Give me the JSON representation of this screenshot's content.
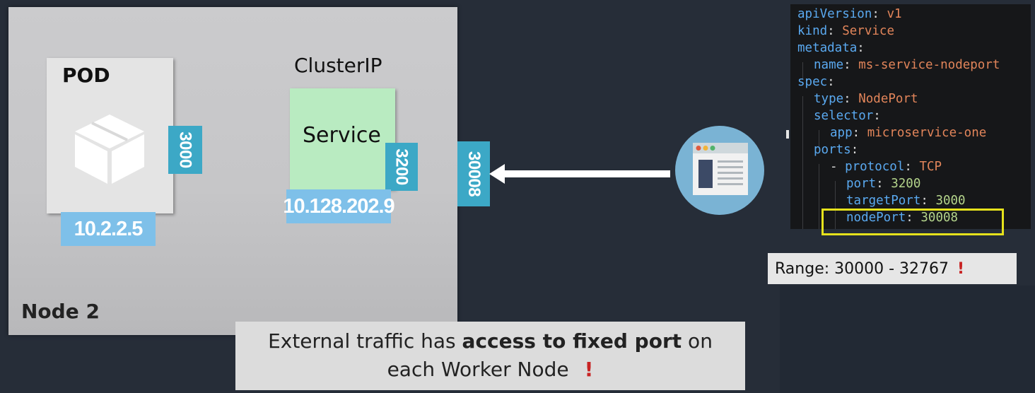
{
  "node": {
    "label": "Node 2"
  },
  "pod": {
    "label": "POD",
    "icon": "box-icon",
    "port": "3000",
    "ip": "10.2.2.5"
  },
  "service": {
    "type_label": "ClusterIP",
    "label": "Service",
    "port": "3200",
    "ip": "10.128.202.9"
  },
  "node_port": "30008",
  "client": {
    "icon": "browser-window-icon"
  },
  "yaml": {
    "apiVersion_key": "apiVersion",
    "apiVersion_val": "v1",
    "kind_key": "kind",
    "kind_val": "Service",
    "metadata_key": "metadata",
    "name_key": "name",
    "name_val": "ms-service-nodeport",
    "spec_key": "spec",
    "type_key": "type",
    "type_val": "NodePort",
    "selector_key": "selector",
    "app_key": "app",
    "app_val": "microservice-one",
    "ports_key": "ports",
    "protocol_key": "protocol",
    "protocol_val": "TCP",
    "port_key": "port",
    "port_val": "3200",
    "targetPort_key": "targetPort",
    "targetPort_val": "3000",
    "nodePort_key": "nodePort",
    "nodePort_val": "30008"
  },
  "range": {
    "text": "Range: 30000 - 32767",
    "mark": "!"
  },
  "caption": {
    "part1": "External traffic has ",
    "bold": "access to fixed port",
    "part2": " on",
    "line2": "each Worker Node",
    "mark": "!"
  },
  "colors": {
    "background": "#262d38",
    "port_badge": "#3ca8c6",
    "ip_badge": "#7ec0e9",
    "service_fill": "#b9ebc1",
    "highlight": "#e6e21c",
    "alert": "#c82323"
  }
}
